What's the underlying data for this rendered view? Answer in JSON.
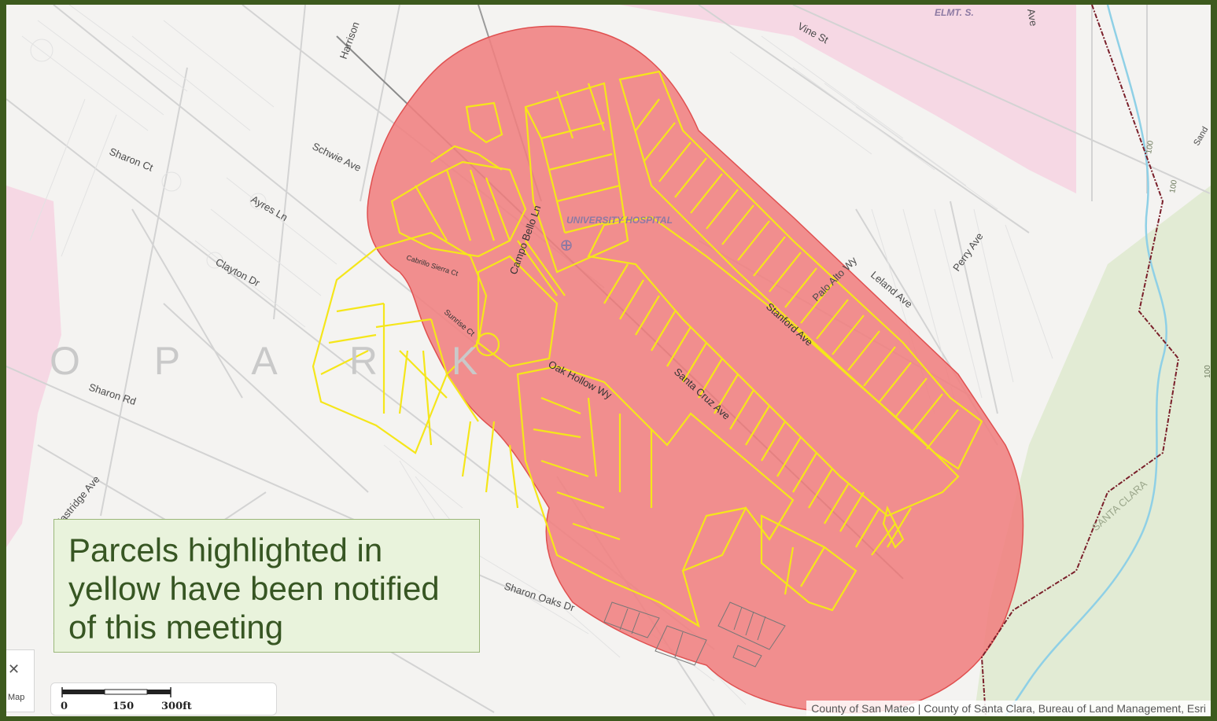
{
  "map": {
    "street_labels": {
      "vine_st": "Vine St",
      "schwie_ave": "Schwie Ave",
      "sharon_ct": "Sharon Ct",
      "ayres_ln": "Ayres Ln",
      "clayton_dr": "Clayton Dr",
      "sharon_rd": "Sharon Rd",
      "eastridge_ave": "Eastridge Ave",
      "sharon_oaks_dr": "Sharon Oaks Dr",
      "campo_bello_ln": "Campo Bello Ln",
      "oak_hollow_wy": "Oak Hollow Wy",
      "santa_cruz_ave": "Santa Cruz Ave",
      "stanford_ave": "Stanford Ave",
      "palo_alto_wy": "Palo Alto Wy",
      "leland_ave": "Leland Ave",
      "perry_ave": "Perry Ave",
      "harrison": "Harrison",
      "ave_top": "Ave",
      "cabrillo_ct": "Cabrillo Sierra Ct",
      "sunrise_ct": "Sunrise Ct",
      "sand": "Sand"
    },
    "place_labels": {
      "elmt_s": "ELMT. S.",
      "university_hospital": "UNIVERSITY HOSPITAL",
      "park_area": "O  P  A  R  K",
      "santa_clara": "SANTA CLARA"
    },
    "contour_labels": [
      "100",
      "100",
      "100"
    ],
    "colors": {
      "buffer_fill": "#f07f7f",
      "buffer_stroke": "#e05050",
      "parcel_stroke": "#f5e61a",
      "pink_zone": "#f6d8e4",
      "green_area": "#e2ebd4",
      "creek": "#8fd0e6",
      "county_line": "#7a1f2a"
    }
  },
  "notice": {
    "text": "Parcels highlighted in yellow have been notified of this meeting"
  },
  "scale": {
    "labels": [
      "0",
      "150",
      "300ft"
    ]
  },
  "map_button": {
    "label": "Map"
  },
  "attribution": "County of San Mateo | County of Santa Clara, Bureau of Land Management, Esri"
}
